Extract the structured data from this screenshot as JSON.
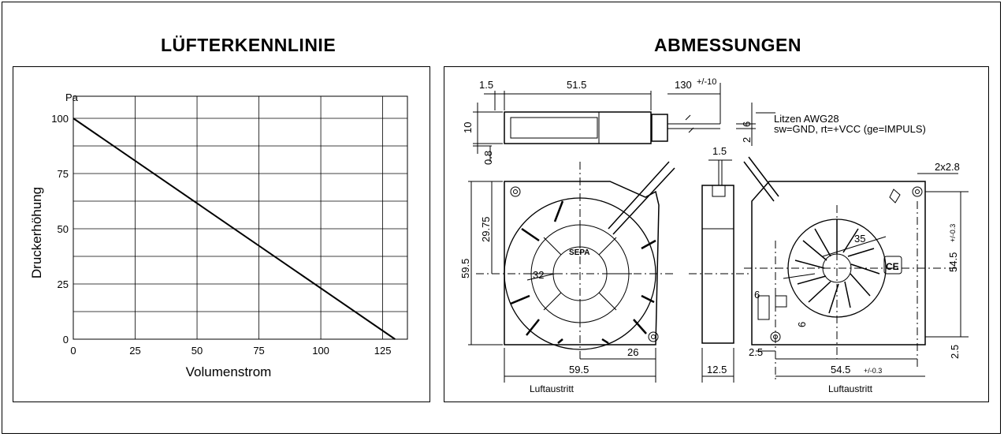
{
  "titles": {
    "curve": "LÜFTERKENNLINIE",
    "dimensions": "ABMESSUNGEN"
  },
  "chart_data": {
    "type": "line",
    "title": "LÜFTERKENNLINIE",
    "xlabel": "Volumenstrom",
    "ylabel": "Druckerhöhung",
    "yunit": "Pa",
    "xlim": [
      0,
      135
    ],
    "ylim": [
      0,
      110
    ],
    "x_ticks": [
      0,
      25,
      50,
      75,
      100,
      125
    ],
    "y_ticks": [
      0,
      25,
      50,
      75,
      100
    ],
    "x_grid": [
      0,
      25,
      50,
      75,
      100,
      125,
      135
    ],
    "y_grid": [
      0,
      12.5,
      25,
      37.5,
      50,
      62.5,
      75,
      87.5,
      100,
      110
    ],
    "grid": true,
    "series": [
      {
        "x": [
          0,
          130
        ],
        "y": [
          100,
          0
        ]
      }
    ]
  },
  "drawing": {
    "dims": {
      "d1_5_top": "1.5",
      "d51_5": "51.5",
      "d130": "130",
      "d130_tol": "+/-10",
      "d10": "10",
      "d0_8": "0.8",
      "d6_wire": "6",
      "d2_wire": "2",
      "d1_5_side": "1.5",
      "d2x2_8": "2x2.8",
      "d29_75": "29.75",
      "d59_5_v": "59.5",
      "d32": "32",
      "d26": "26",
      "d59_5_h": "59.5",
      "d12_5": "12.5",
      "d35": "35",
      "d54_5_v": "54.5",
      "d54_5_v_tol": "+/-0.3",
      "d6_a": "6",
      "d6_b": "6",
      "d2_5_a": "2.5",
      "d2_5_b": "2.5",
      "d54_5_h": "54.5",
      "d54_5_h_tol": "+/-0.3"
    },
    "notes": {
      "wires": "Litzen AWG28",
      "pinout": "sw=GND, rt=+VCC (ge=IMPULS)",
      "outlet_left": "Luftaustritt",
      "outlet_right": "Luftaustritt",
      "brand": "SEPA",
      "ce": "CE"
    }
  }
}
